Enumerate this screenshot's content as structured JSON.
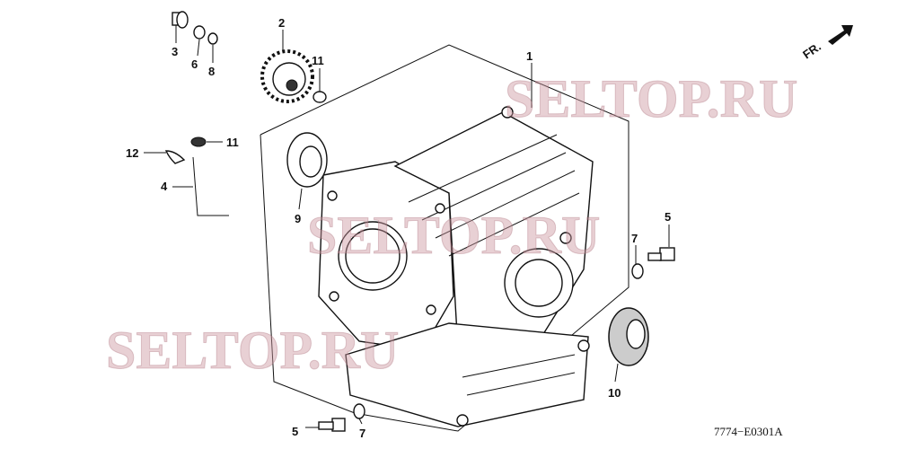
{
  "diagram": {
    "callouts": [
      {
        "id": "callout-1",
        "text": "1"
      },
      {
        "id": "callout-2",
        "text": "2"
      },
      {
        "id": "callout-3",
        "text": "3"
      },
      {
        "id": "callout-6",
        "text": "6"
      },
      {
        "id": "callout-8",
        "text": "8"
      },
      {
        "id": "callout-11a",
        "text": "11"
      },
      {
        "id": "callout-11b",
        "text": "11"
      },
      {
        "id": "callout-12",
        "text": "12"
      },
      {
        "id": "callout-4",
        "text": "4"
      },
      {
        "id": "callout-9",
        "text": "9"
      },
      {
        "id": "callout-5a",
        "text": "5"
      },
      {
        "id": "callout-7a",
        "text": "7"
      },
      {
        "id": "callout-10",
        "text": "10"
      },
      {
        "id": "callout-5b",
        "text": "5"
      },
      {
        "id": "callout-7b",
        "text": "7"
      }
    ],
    "direction_label": "FR.",
    "drawing_code": "7774−E0301A",
    "watermark": "SELTOP.RU"
  }
}
